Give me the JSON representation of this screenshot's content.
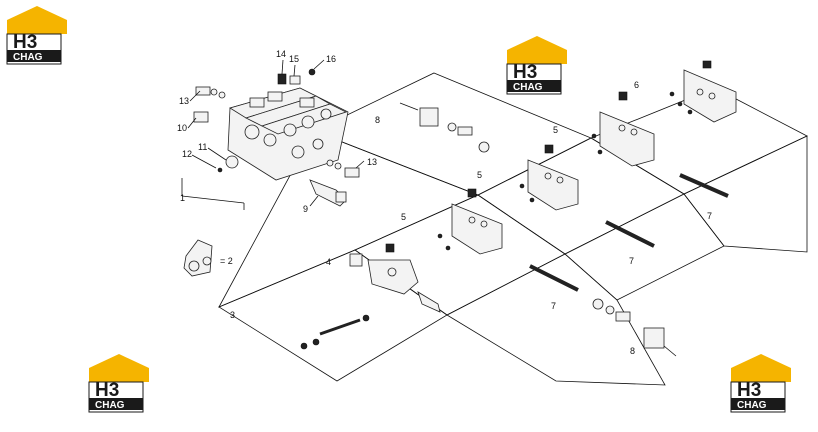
{
  "diagram": {
    "callouts": {
      "c1": "1",
      "c2": "= 2",
      "c3": "3",
      "c4": "4",
      "c5a": "5",
      "c5b": "5",
      "c5c": "5",
      "c6": "6",
      "c7a": "7",
      "c7b": "7",
      "c7c": "7",
      "c8a": "8",
      "c8b": "8",
      "c9": "9",
      "c10": "10",
      "c11": "11",
      "c12": "12",
      "c13a": "13",
      "c13b": "13",
      "c14": "14",
      "c15": "15",
      "c16": "16"
    }
  },
  "watermark": {
    "mark": "H3",
    "brand": "CHAG",
    "colors": {
      "yellow": "#f5b400",
      "dark": "#1a1a1a",
      "white": "#ffffff"
    }
  }
}
